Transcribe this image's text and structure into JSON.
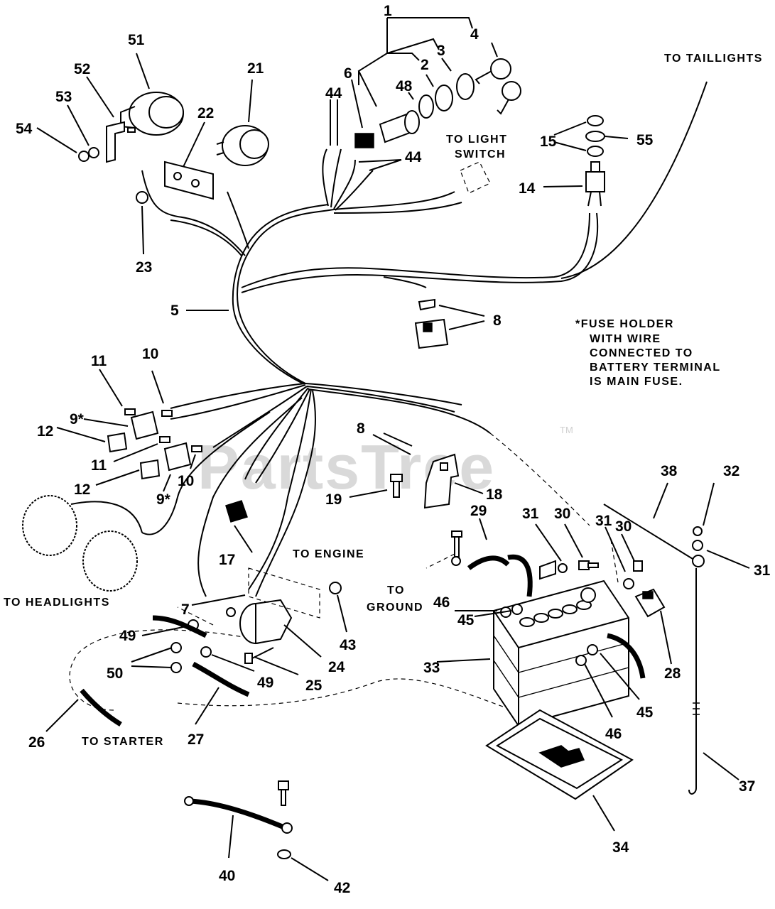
{
  "watermark": {
    "text": "PartsTree",
    "trademark": "TM"
  },
  "captions": {
    "to_taillights": "TO TAILLIGHTS",
    "to_light_switch_1": "TO LIGHT",
    "to_light_switch_2": "SWITCH",
    "to_engine": "TO ENGINE",
    "to_headlights": "TO HEADLIGHTS",
    "to_ground_1": "TO",
    "to_ground_2": "GROUND",
    "to_starter": "TO STARTER"
  },
  "footnote": {
    "line1": "*FUSE HOLDER",
    "line2": "WITH WIRE",
    "line3": "CONNECTED TO",
    "line4": "BATTERY TERMINAL",
    "line5": "IS MAIN FUSE."
  },
  "callouts": [
    "1",
    "4",
    "51",
    "21",
    "52",
    "53",
    "54",
    "22",
    "6",
    "48",
    "2",
    "3",
    "44",
    "44",
    "15",
    "55",
    "14",
    "23",
    "5",
    "8",
    "11",
    "10",
    "9*",
    "12",
    "8",
    "11",
    "12",
    "10",
    "9*",
    "19",
    "18",
    "38",
    "32",
    "29",
    "31",
    "30",
    "31",
    "30",
    "17",
    "31",
    "7",
    "46",
    "45",
    "43",
    "49",
    "50",
    "49",
    "24",
    "25",
    "28",
    "33",
    "46",
    "45",
    "26",
    "27",
    "37",
    "34",
    "40",
    "42"
  ]
}
